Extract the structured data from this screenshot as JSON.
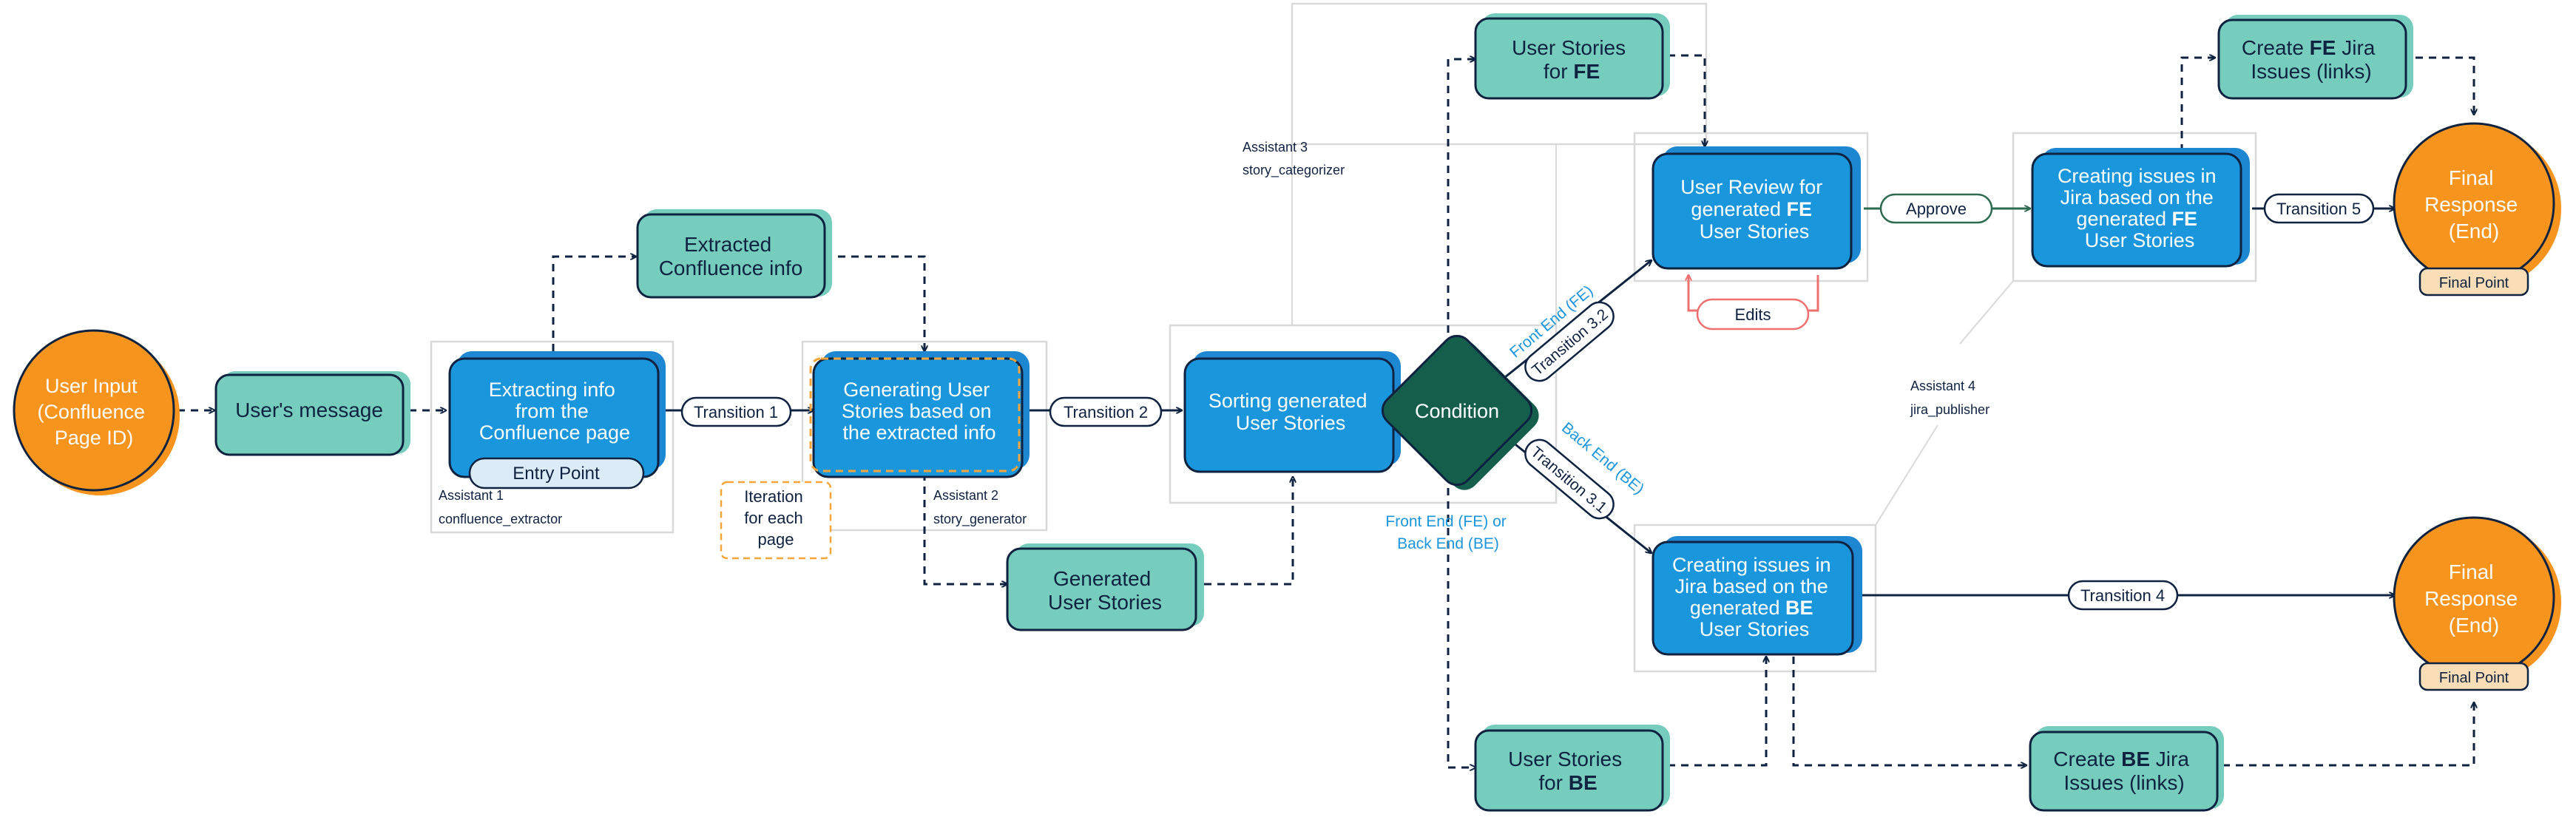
{
  "colors": {
    "orange": "#f7941d",
    "teal": "#76cdbd",
    "blue": "#1a96dc",
    "blueShadow": "#1d87d2",
    "dark": "#0f2340",
    "condition": "#165e4c",
    "cyan": "#1a96dc",
    "approve": "#2e6b50",
    "edits": "#ee7070",
    "iteration": "#f5a43a",
    "entry": "#dcebf8",
    "finalPoint": "#f8ddb6",
    "gray": "#d9d9d9"
  },
  "nodes": {
    "user_input": [
      "User Input",
      "(Confluence",
      "Page ID)"
    ],
    "users_message": "User's message",
    "extracting": [
      "Extracting info",
      "from the",
      "Confluence page"
    ],
    "entry_point": "Entry Point",
    "assistant1": [
      "Assistant 1",
      "confluence_extractor"
    ],
    "extracted": [
      "Extracted",
      "Confluence info"
    ],
    "generating": [
      "Generating User",
      "Stories based on",
      "the extracted info"
    ],
    "assistant2": [
      "Assistant 2",
      "story_generator"
    ],
    "iteration": [
      "Iteration",
      "for each",
      "page"
    ],
    "generated": [
      "Generated",
      "User Stories"
    ],
    "sorting": [
      "Sorting generated",
      "User Stories"
    ],
    "condition": "Condition",
    "assistant3": [
      "Assistant 3",
      "story_categorizer"
    ],
    "fe_be_note": [
      "Front End (FE) or",
      "Back End (BE)"
    ],
    "stories_fe": [
      "User Stories",
      "for ",
      "FE"
    ],
    "stories_be": [
      "User Stories",
      "for ",
      "BE"
    ],
    "review_fe": [
      "User Review for",
      "generated ",
      "FE",
      "User Stories"
    ],
    "edits": "Edits",
    "approve": "Approve",
    "create_fe_jira": [
      "Creating issues in",
      "Jira based on the",
      "generated ",
      "FE",
      "User Stories"
    ],
    "create_be_jira": [
      "Creating issues in",
      "Jira based on the",
      "generated ",
      "BE",
      "User Stories"
    ],
    "assistant4": [
      "Assistant 4",
      "jira_publisher"
    ],
    "fe_links": [
      "Create ",
      "FE",
      " Jira",
      "Issues (links)"
    ],
    "be_links": [
      "Create ",
      "BE",
      " Jira",
      "Issues (links)"
    ],
    "final": [
      "Final",
      "Response",
      "(End)"
    ],
    "final_point": "Final Point"
  },
  "transitions": {
    "t1": "Transition 1",
    "t2": "Transition 2",
    "t31": "Transition 3.1",
    "t32": "Transition 3.2",
    "t4": "Transition 4",
    "t5": "Transition 5"
  },
  "branch_labels": {
    "fe": "Front End (FE)",
    "be": "Back End (BE)"
  }
}
